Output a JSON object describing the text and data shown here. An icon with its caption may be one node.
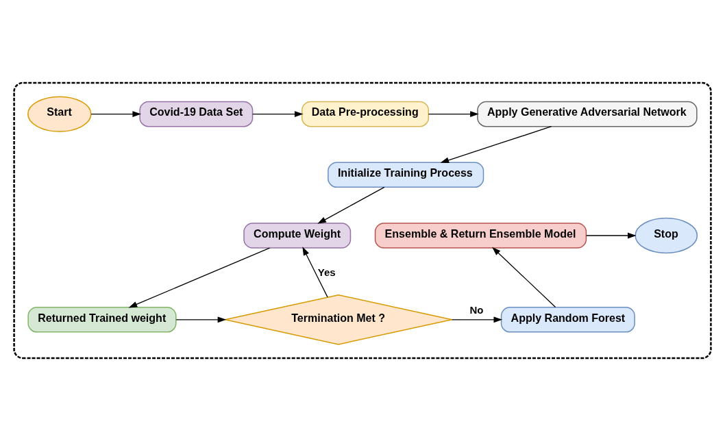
{
  "diagram": {
    "nodes": [
      {
        "text": [],
        "shape": "box"
      },
      {
        "text": [
          "Start"
        ],
        "in": 0
      },
      {
        "text": [
          "Covid-19 Data Set"
        ],
        "in": 0
      },
      {
        "text": [
          "Data Pre-processing"
        ],
        "in": 0
      },
      {
        "text": [
          "Apply Generative Adversarial Network"
        ],
        "in": 0
      },
      {
        "text": [
          "Initialize Training Process"
        ],
        "in": 0
      },
      {
        "text": [
          "Compute Weight"
        ],
        "in": 0
      },
      {
        "text": [
          "Returned Trained weight"
        ],
        "in": 0
      },
      {
        "text": [
          "Termination Met ?"
        ],
        "in": 0
      },
      {
        "text": [
          "Apply Random Forest"
        ],
        "in": 0
      },
      {
        "text": [
          "Ensemble & Return Ensemble Model"
        ],
        "in": 0
      },
      {
        "text": [
          "Stop"
        ],
        "in": 0
      }
    ],
    "edges": [
      {
        "from": 1,
        "to": 2,
        "arrow": "to"
      },
      {
        "from": 2,
        "to": 3,
        "arrow": "to"
      },
      {
        "from": 3,
        "to": 4,
        "arrow": "to"
      },
      {
        "from": 4,
        "to": 5,
        "arrow": "to"
      },
      {
        "from": 5,
        "to": 6,
        "arrow": "to"
      },
      {
        "from": 6,
        "to": 7,
        "arrow": "to"
      },
      {
        "from": 7,
        "to": 8,
        "arrow": "to"
      },
      {
        "from": 8,
        "to": 6,
        "arrow": "to",
        "label": "Yes"
      },
      {
        "from": 8,
        "to": 9,
        "arrow": "to",
        "label": "No"
      },
      {
        "from": 9,
        "to": 10,
        "arrow": "to"
      },
      {
        "from": 10,
        "to": 11,
        "arrow": "to"
      }
    ]
  }
}
